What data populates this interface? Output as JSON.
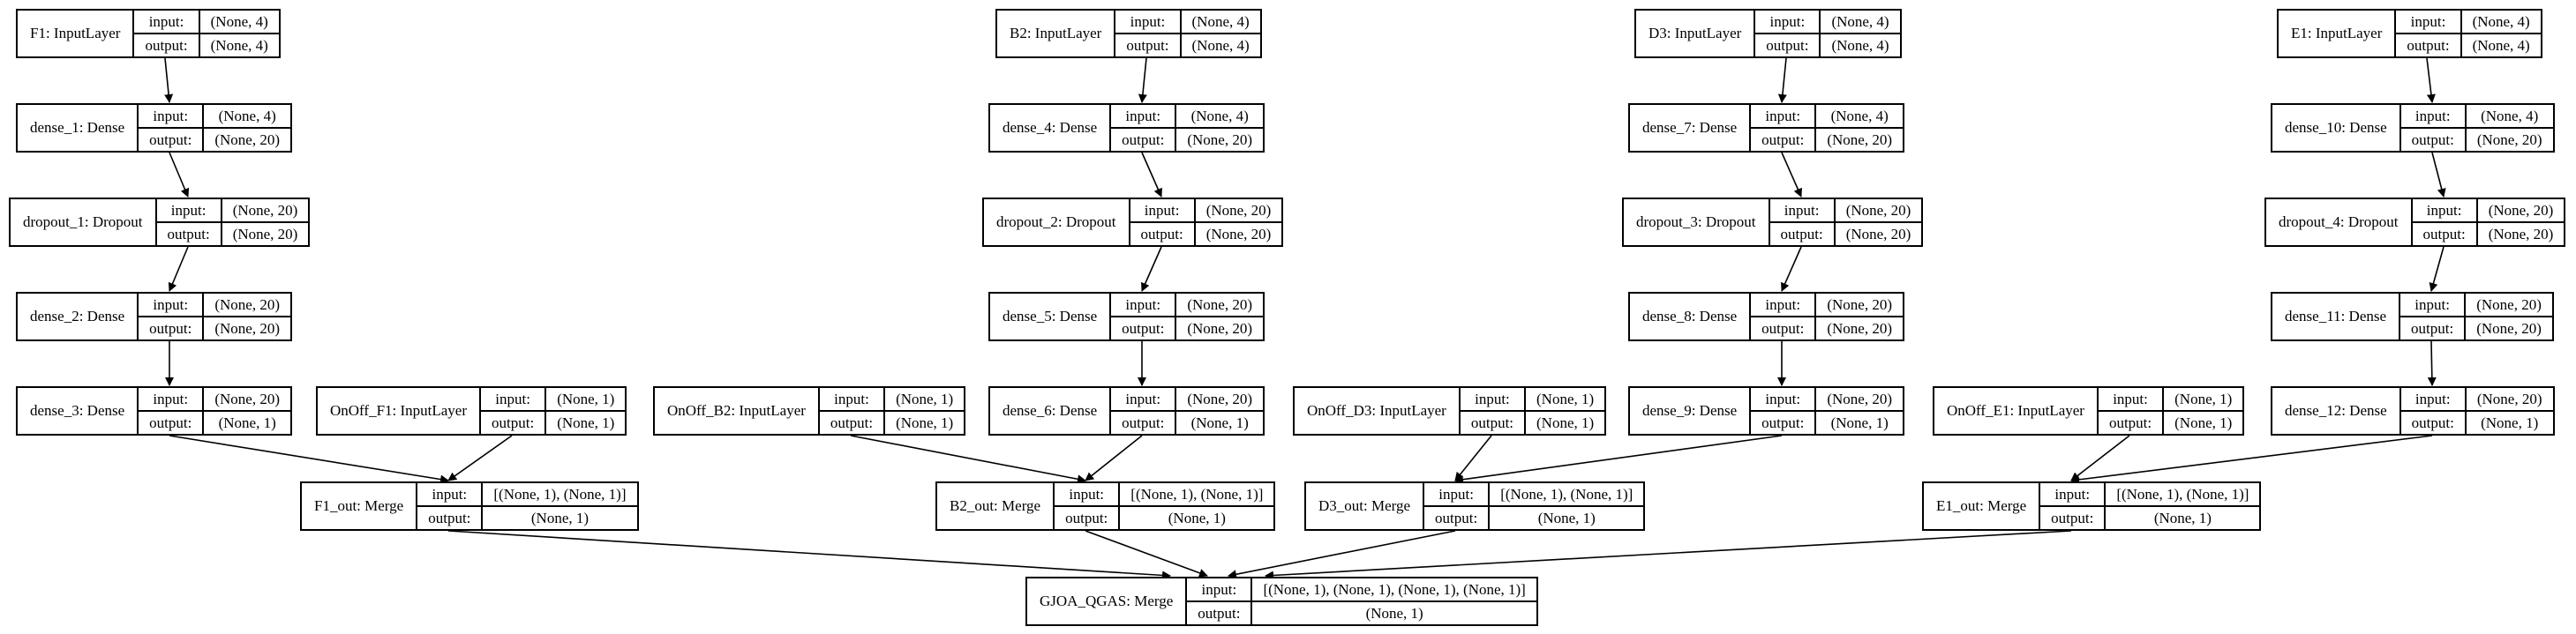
{
  "diagram": {
    "port_labels": {
      "input": "input:",
      "output": "output:"
    },
    "nodes": [
      {
        "id": "F1",
        "name": "F1: InputLayer",
        "input": "(None, 4)",
        "output": "(None, 4)"
      },
      {
        "id": "dense_1",
        "name": "dense_1: Dense",
        "input": "(None, 4)",
        "output": "(None, 20)"
      },
      {
        "id": "dropout_1",
        "name": "dropout_1: Dropout",
        "input": "(None, 20)",
        "output": "(None, 20)"
      },
      {
        "id": "dense_2",
        "name": "dense_2: Dense",
        "input": "(None, 20)",
        "output": "(None, 20)"
      },
      {
        "id": "dense_3",
        "name": "dense_3: Dense",
        "input": "(None, 20)",
        "output": "(None, 1)"
      },
      {
        "id": "OnOff_F1",
        "name": "OnOff_F1: InputLayer",
        "input": "(None, 1)",
        "output": "(None, 1)"
      },
      {
        "id": "F1_out",
        "name": "F1_out: Merge",
        "input": "[(None, 1), (None, 1)]",
        "output": "(None, 1)"
      },
      {
        "id": "OnOff_B2",
        "name": "OnOff_B2: InputLayer",
        "input": "(None, 1)",
        "output": "(None, 1)"
      },
      {
        "id": "B2",
        "name": "B2: InputLayer",
        "input": "(None, 4)",
        "output": "(None, 4)"
      },
      {
        "id": "dense_4",
        "name": "dense_4: Dense",
        "input": "(None, 4)",
        "output": "(None, 20)"
      },
      {
        "id": "dropout_2",
        "name": "dropout_2: Dropout",
        "input": "(None, 20)",
        "output": "(None, 20)"
      },
      {
        "id": "dense_5",
        "name": "dense_5: Dense",
        "input": "(None, 20)",
        "output": "(None, 20)"
      },
      {
        "id": "dense_6",
        "name": "dense_6: Dense",
        "input": "(None, 20)",
        "output": "(None, 1)"
      },
      {
        "id": "B2_out",
        "name": "B2_out: Merge",
        "input": "[(None, 1), (None, 1)]",
        "output": "(None, 1)"
      },
      {
        "id": "OnOff_D3",
        "name": "OnOff_D3: InputLayer",
        "input": "(None, 1)",
        "output": "(None, 1)"
      },
      {
        "id": "D3_out",
        "name": "D3_out: Merge",
        "input": "[(None, 1), (None, 1)]",
        "output": "(None, 1)"
      },
      {
        "id": "D3",
        "name": "D3: InputLayer",
        "input": "(None, 4)",
        "output": "(None, 4)"
      },
      {
        "id": "dense_7",
        "name": "dense_7: Dense",
        "input": "(None, 4)",
        "output": "(None, 20)"
      },
      {
        "id": "dropout_3",
        "name": "dropout_3: Dropout",
        "input": "(None, 20)",
        "output": "(None, 20)"
      },
      {
        "id": "dense_8",
        "name": "dense_8: Dense",
        "input": "(None, 20)",
        "output": "(None, 20)"
      },
      {
        "id": "dense_9",
        "name": "dense_9: Dense",
        "input": "(None, 20)",
        "output": "(None, 1)"
      },
      {
        "id": "OnOff_E1",
        "name": "OnOff_E1: InputLayer",
        "input": "(None, 1)",
        "output": "(None, 1)"
      },
      {
        "id": "E1_out",
        "name": "E1_out: Merge",
        "input": "[(None, 1), (None, 1)]",
        "output": "(None, 1)"
      },
      {
        "id": "E1",
        "name": "E1: InputLayer",
        "input": "(None, 4)",
        "output": "(None, 4)"
      },
      {
        "id": "dense_10",
        "name": "dense_10: Dense",
        "input": "(None, 4)",
        "output": "(None, 20)"
      },
      {
        "id": "dropout_4",
        "name": "dropout_4: Dropout",
        "input": "(None, 20)",
        "output": "(None, 20)"
      },
      {
        "id": "dense_11",
        "name": "dense_11: Dense",
        "input": "(None, 20)",
        "output": "(None, 20)"
      },
      {
        "id": "dense_12",
        "name": "dense_12: Dense",
        "input": "(None, 20)",
        "output": "(None, 1)"
      },
      {
        "id": "GJOA_QGAS",
        "name": "GJOA_QGAS: Merge",
        "input": "[(None, 1), (None, 1), (None, 1), (None, 1)]",
        "output": "(None, 1)"
      }
    ],
    "edges": [
      [
        "F1",
        "dense_1"
      ],
      [
        "dense_1",
        "dropout_1"
      ],
      [
        "dropout_1",
        "dense_2"
      ],
      [
        "dense_2",
        "dense_3"
      ],
      [
        "dense_3",
        "F1_out"
      ],
      [
        "OnOff_F1",
        "F1_out"
      ],
      [
        "B2",
        "dense_4"
      ],
      [
        "dense_4",
        "dropout_2"
      ],
      [
        "dropout_2",
        "dense_5"
      ],
      [
        "dense_5",
        "dense_6"
      ],
      [
        "OnOff_B2",
        "B2_out"
      ],
      [
        "dense_6",
        "B2_out"
      ],
      [
        "D3",
        "dense_7"
      ],
      [
        "dense_7",
        "dropout_3"
      ],
      [
        "dropout_3",
        "dense_8"
      ],
      [
        "dense_8",
        "dense_9"
      ],
      [
        "OnOff_D3",
        "D3_out"
      ],
      [
        "dense_9",
        "D3_out"
      ],
      [
        "E1",
        "dense_10"
      ],
      [
        "dense_10",
        "dropout_4"
      ],
      [
        "dropout_4",
        "dense_11"
      ],
      [
        "dense_11",
        "dense_12"
      ],
      [
        "OnOff_E1",
        "E1_out"
      ],
      [
        "dense_12",
        "E1_out"
      ],
      [
        "F1_out",
        "GJOA_QGAS"
      ],
      [
        "B2_out",
        "GJOA_QGAS"
      ],
      [
        "D3_out",
        "GJOA_QGAS"
      ],
      [
        "E1_out",
        "GJOA_QGAS"
      ]
    ]
  }
}
